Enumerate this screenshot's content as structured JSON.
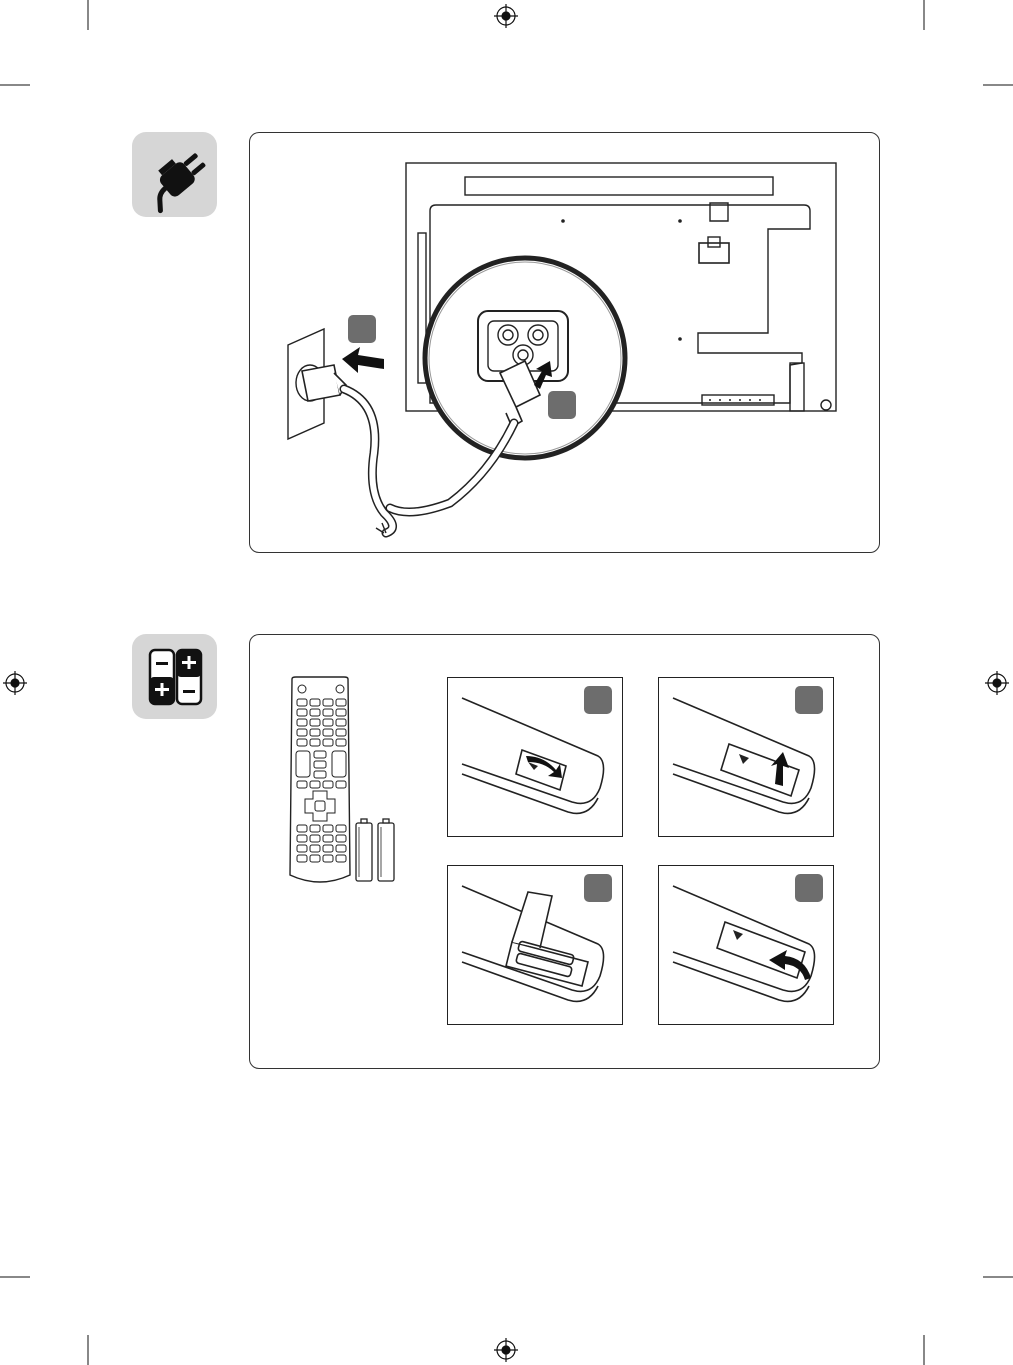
{
  "page": {
    "sections": [
      {
        "id": "power",
        "icon": "power-plug-icon",
        "badges": [
          "step-1-badge",
          "step-2-badge"
        ]
      },
      {
        "id": "batteries",
        "icon": "battery-icon",
        "steps": [
          "open-cover",
          "lift-cover",
          "insert-batteries",
          "close-cover"
        ]
      }
    ],
    "colors": {
      "badge": "#6d6d6d",
      "icon_tile": "#d6d6d6",
      "line": "#222222"
    }
  }
}
